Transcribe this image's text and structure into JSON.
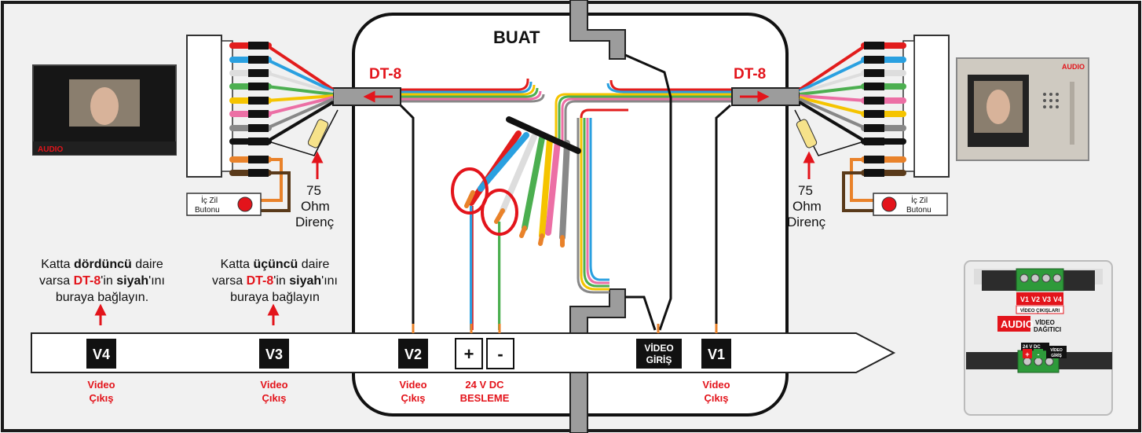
{
  "box": {
    "title": "BUAT"
  },
  "connectors": {
    "left": "DT-8",
    "right": "DT-8"
  },
  "resistor": {
    "line1": "75",
    "line2": "Ohm",
    "line3": "Direnç"
  },
  "bell_button": {
    "line1": "İç Zil",
    "line2": "Butonu"
  },
  "monitor_brand": "AUDIO",
  "notes": {
    "v4": {
      "l1a": "Katta ",
      "l1b": "dördüncü",
      "l1c": " daire",
      "l2a": "varsa ",
      "l2b": "DT-8",
      "l2c": "'in ",
      "l2d": "siyah",
      "l2e": "'ını",
      "l3": "buraya bağlayın."
    },
    "v3": {
      "l1a": "Katta ",
      "l1b": "üçüncü",
      "l1c": " daire",
      "l2a": "varsa ",
      "l2b": "DT-8",
      "l2c": "'in ",
      "l2d": "siyah",
      "l2e": "'ını",
      "l3": "buraya bağlayın"
    }
  },
  "terminals": {
    "v4": "V4",
    "v3": "V3",
    "v2": "V2",
    "plus": "+",
    "minus": "-",
    "video_in_1": "VİDEO",
    "video_in_2": "GİRİŞ",
    "v1": "V1"
  },
  "terminal_labels": {
    "video": "Video",
    "cikis": "Çıkış",
    "power1": "24 V DC",
    "power2": "BESLEME"
  },
  "distributor": {
    "outputs": [
      "V1",
      "V2",
      "V3",
      "V4"
    ],
    "outputs_label": "VİDEO ÇIKIŞLARI",
    "brand": "AUDIO",
    "name1": "VİDEO",
    "name2": "DAĞITICI",
    "power": "24 V DC",
    "in1": "VİDEO",
    "in2": "GİRİŞ",
    "plus": "+",
    "minus": "-"
  },
  "colors": {
    "accent_red": "#e3141b",
    "frame": "#1a1a1a",
    "cable_grey": "#9c9c9c"
  }
}
